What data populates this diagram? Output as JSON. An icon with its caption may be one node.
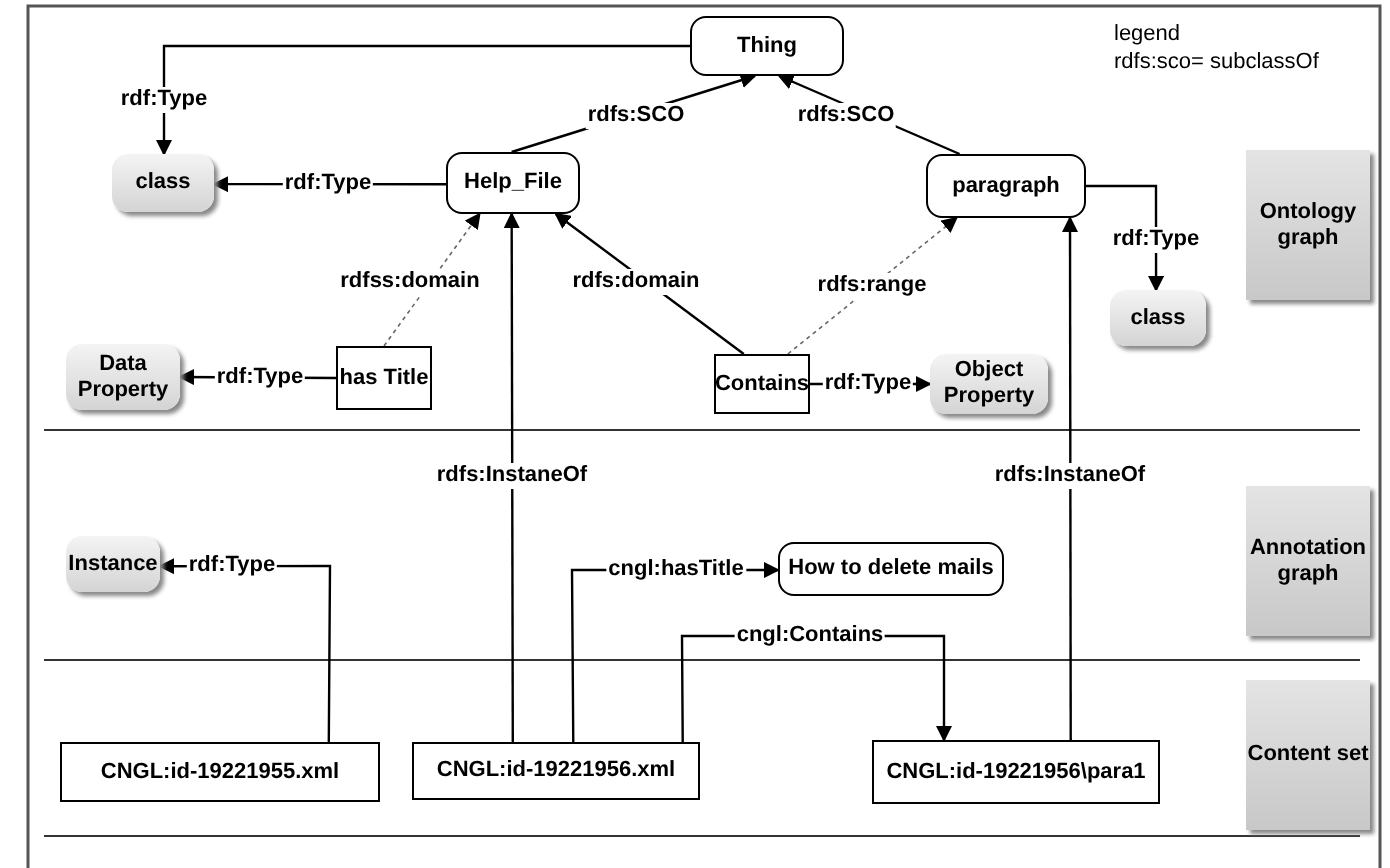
{
  "diagram": {
    "nodes": [
      {
        "text": [
          "Thing"
        ]
      },
      {
        "text": [
          "class"
        ]
      },
      {
        "text": [
          "Help_File"
        ]
      },
      {
        "text": [
          "paragraph"
        ]
      },
      {
        "text": [
          "class"
        ]
      },
      {
        "text": [
          "Data Property"
        ]
      },
      {
        "text": [
          "has Title"
        ]
      },
      {
        "text": [
          "Contains"
        ]
      },
      {
        "text": [
          "Object Property"
        ]
      },
      {
        "text": [
          "Ontology graph"
        ]
      },
      {
        "text": [
          "Instance"
        ]
      },
      {
        "text": [
          "How to delete mails"
        ]
      },
      {
        "text": [
          "Annotation graph"
        ]
      },
      {
        "text": [
          "CNGL:id-19221955.xml"
        ]
      },
      {
        "text": [
          "CNGL:id-19221956.xml"
        ]
      },
      {
        "text": [
          "CNGL:id-19221956\\para1"
        ]
      },
      {
        "text": [
          "Content set"
        ]
      }
    ],
    "edges": [
      {
        "from": 2,
        "to": 0,
        "arrow": "to",
        "label": "rdfs:SCO"
      },
      {
        "from": 3,
        "to": 0,
        "arrow": "to",
        "label": "rdfs:SCO"
      },
      {
        "from": 0,
        "to": 1,
        "arrow": "to",
        "label": "rdf:Type"
      },
      {
        "from": 2,
        "to": 1,
        "arrow": "to",
        "label": "rdf:Type"
      },
      {
        "from": 3,
        "to": 4,
        "arrow": "to",
        "label": "rdf:Type"
      },
      {
        "from": 6,
        "to": 2,
        "arrow": "to",
        "label": "rdfss:domain",
        "style": "dashed",
        "color": "#666666"
      },
      {
        "from": 7,
        "to": 2,
        "arrow": "to",
        "label": "rdfs:domain"
      },
      {
        "from": 7,
        "to": 3,
        "arrow": "to",
        "label": "rdfs:range",
        "style": "dashed",
        "color": "#666666"
      },
      {
        "from": 6,
        "to": 5,
        "arrow": "to",
        "label": "rdf:Type"
      },
      {
        "from": 7,
        "to": 8,
        "arrow": "to",
        "label": "rdf:Type"
      },
      {
        "from": 13,
        "to": 10,
        "arrow": "to",
        "label": "rdf:Type"
      },
      {
        "from": 14,
        "to": 2,
        "arrow": "to",
        "label": "rdfs:InstaneOf"
      },
      {
        "from": 14,
        "to": 11,
        "arrow": "to",
        "label": "cngl:hasTitle"
      },
      {
        "from": 14,
        "to": 15,
        "arrow": "to",
        "label": "cngl:Contains"
      },
      {
        "from": 15,
        "to": 3,
        "arrow": "to",
        "label": "rdfs:InstaneOf"
      }
    ],
    "labels": [
      "legend",
      "rdfs:sco= subclassOf"
    ]
  }
}
